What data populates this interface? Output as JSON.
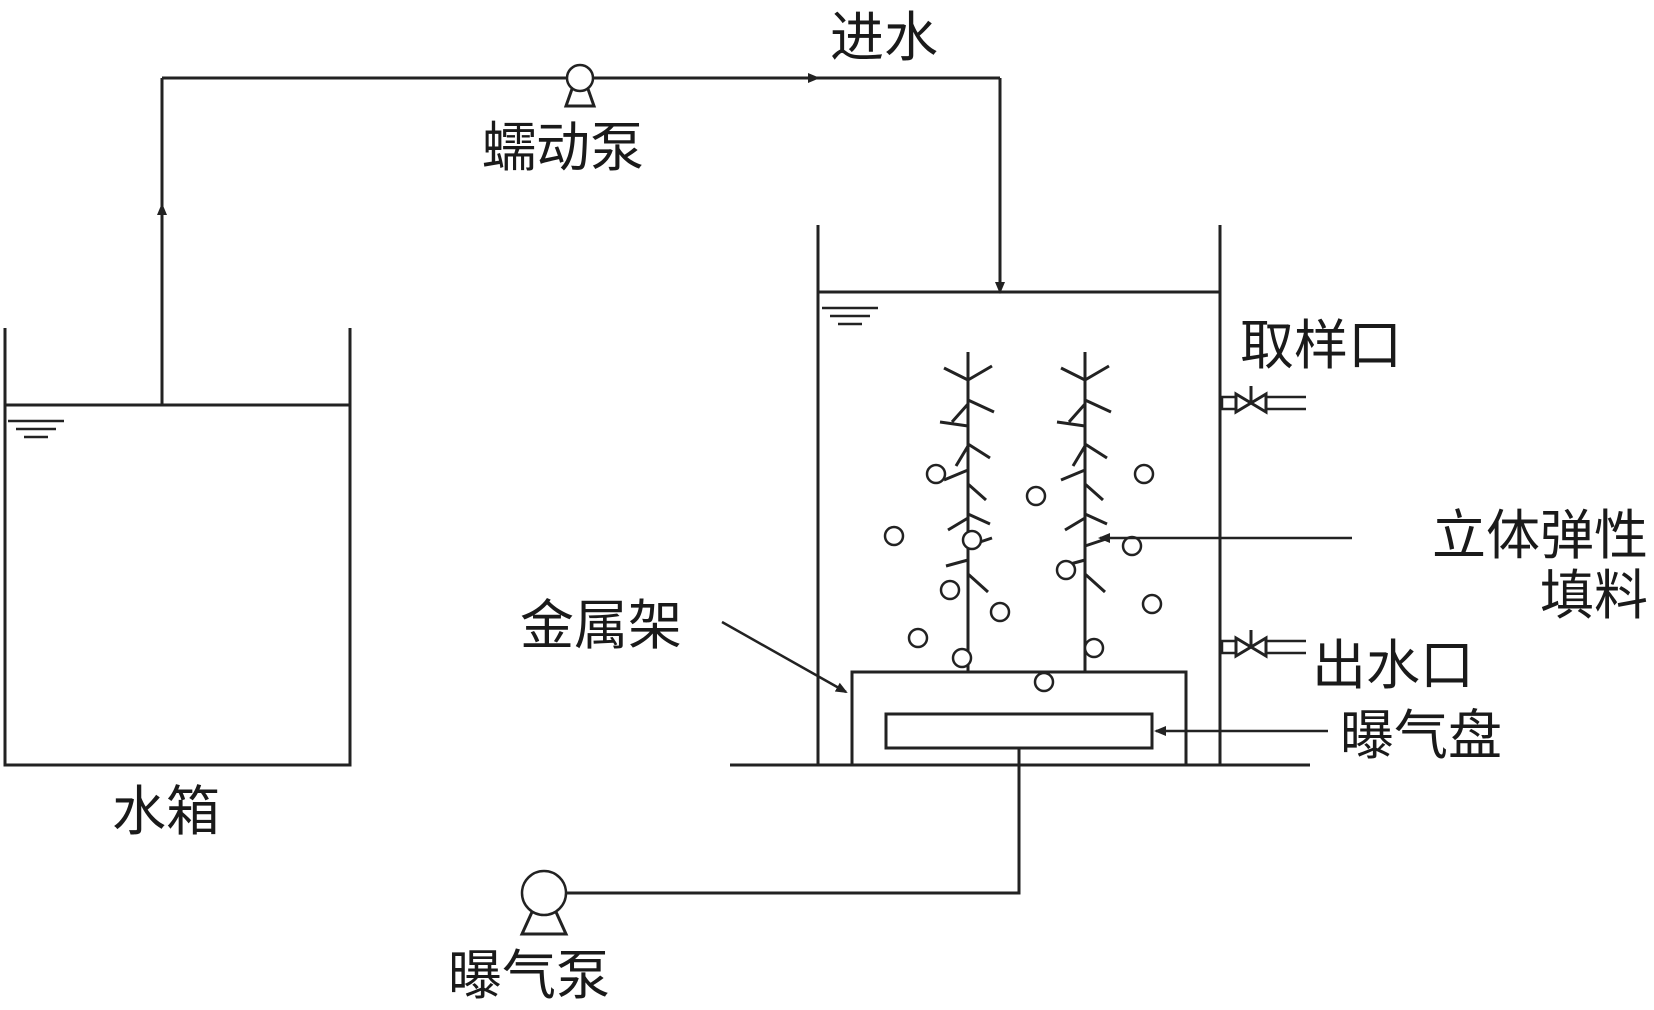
{
  "labels": {
    "inlet": "进水",
    "peristaltic_pump": "蠕动泵",
    "water_tank": "水箱",
    "sampling_port": "取样口",
    "filler_line1": "立体弹性",
    "filler_line2": "填料",
    "metal_frame": "金属架",
    "outlet": "出水口",
    "aeration_disc": "曝气盘",
    "aeration_pump": "曝气泵"
  },
  "colors": {
    "line": "#222222",
    "text": "#1a1a1a",
    "background": "#ffffff"
  }
}
